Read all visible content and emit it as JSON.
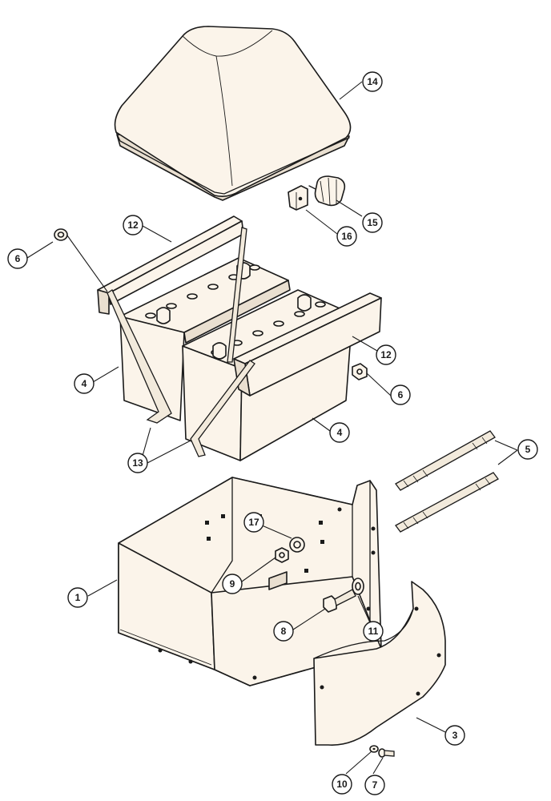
{
  "callouts": [
    {
      "id": "c14",
      "label": "14"
    },
    {
      "id": "c15",
      "label": "15"
    },
    {
      "id": "c16",
      "label": "16"
    },
    {
      "id": "c12a",
      "label": "12"
    },
    {
      "id": "c6a",
      "label": "6"
    },
    {
      "id": "c4a",
      "label": "4"
    },
    {
      "id": "c12b",
      "label": "12"
    },
    {
      "id": "c6b",
      "label": "6"
    },
    {
      "id": "c4b",
      "label": "4"
    },
    {
      "id": "c13",
      "label": "13"
    },
    {
      "id": "c5",
      "label": "5"
    },
    {
      "id": "c17",
      "label": "17"
    },
    {
      "id": "c9",
      "label": "9"
    },
    {
      "id": "c1",
      "label": "1"
    },
    {
      "id": "c8",
      "label": "8"
    },
    {
      "id": "c11",
      "label": "11"
    },
    {
      "id": "c3",
      "label": "3"
    },
    {
      "id": "c10",
      "label": "10"
    },
    {
      "id": "c7",
      "label": "7"
    }
  ]
}
